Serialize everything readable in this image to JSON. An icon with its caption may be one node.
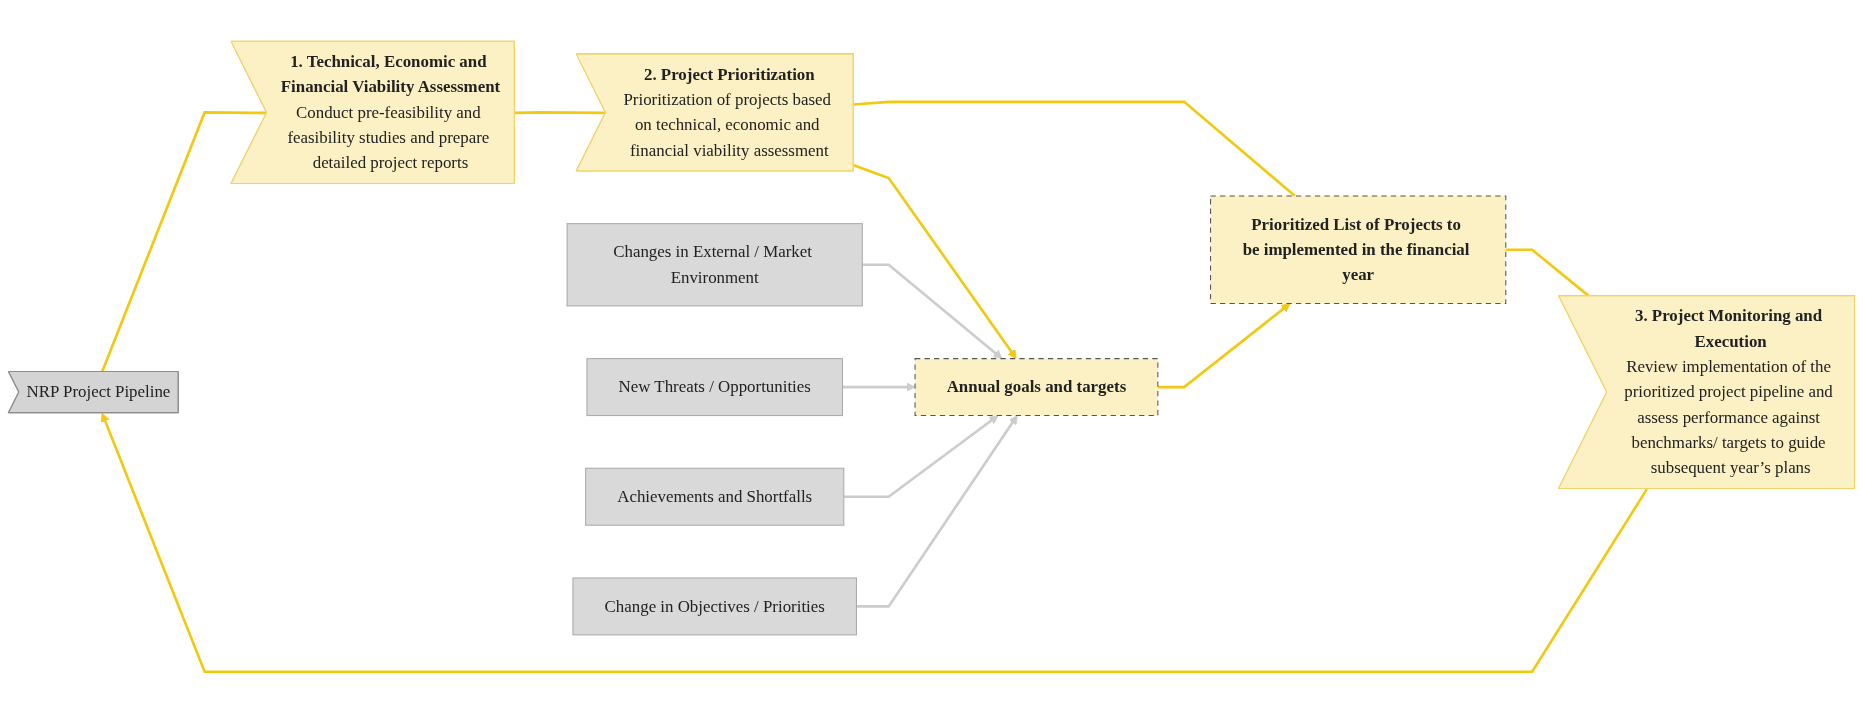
{
  "diagram": {
    "nodes": [
      {
        "text": [
          "NRP Project Pipeline"
        ]
      },
      {
        "text": [
          "1. Technical, Economic and Financial Viability Assessment",
          "Conduct pre-feasibility and feasibility studies and prepare detailed project reports"
        ]
      },
      {
        "text": [
          "2. Project Prioritization",
          "Prioritization of projects based on technical, economic and financial viability assessment"
        ]
      },
      {
        "text": [
          "Prioritized List of Projects to be implemented in the financial year"
        ]
      },
      {
        "text": [
          "3. Project Monitoring and Execution",
          "Review implementation of the prioritized project pipeline and assess performance against benchmarks/ targets to guide subsequent year’s plans"
        ]
      },
      {
        "text": [
          "Changes in External / Market Environment"
        ]
      },
      {
        "text": [
          "New Threats / Opportunities"
        ]
      },
      {
        "text": [
          "Annual goals and targets"
        ]
      },
      {
        "text": [
          "Achievements and Shortfalls"
        ]
      },
      {
        "text": [
          "Change in Objectives / Priorities"
        ]
      }
    ],
    "edges": [
      {
        "from": 0,
        "to": 1,
        "arrow": "none"
      },
      {
        "from": 1,
        "to": 2,
        "arrow": "none"
      },
      {
        "from": 2,
        "to": 3,
        "arrow": "none"
      },
      {
        "from": 3,
        "to": 4,
        "arrow": "none"
      },
      {
        "from": 4,
        "to": 0,
        "arrow": "to"
      },
      {
        "from": 2,
        "to": 7,
        "arrow": "to"
      },
      {
        "from": 7,
        "to": 3,
        "arrow": "to"
      },
      {
        "from": 5,
        "to": 7,
        "arrow": "to",
        "color": "#cccccc"
      },
      {
        "from": 6,
        "to": 7,
        "arrow": "to",
        "color": "#cccccc"
      },
      {
        "from": 8,
        "to": 7,
        "arrow": "to",
        "color": "#cccccc"
      },
      {
        "from": 9,
        "to": 7,
        "arrow": "to",
        "color": "#cccccc"
      }
    ]
  }
}
